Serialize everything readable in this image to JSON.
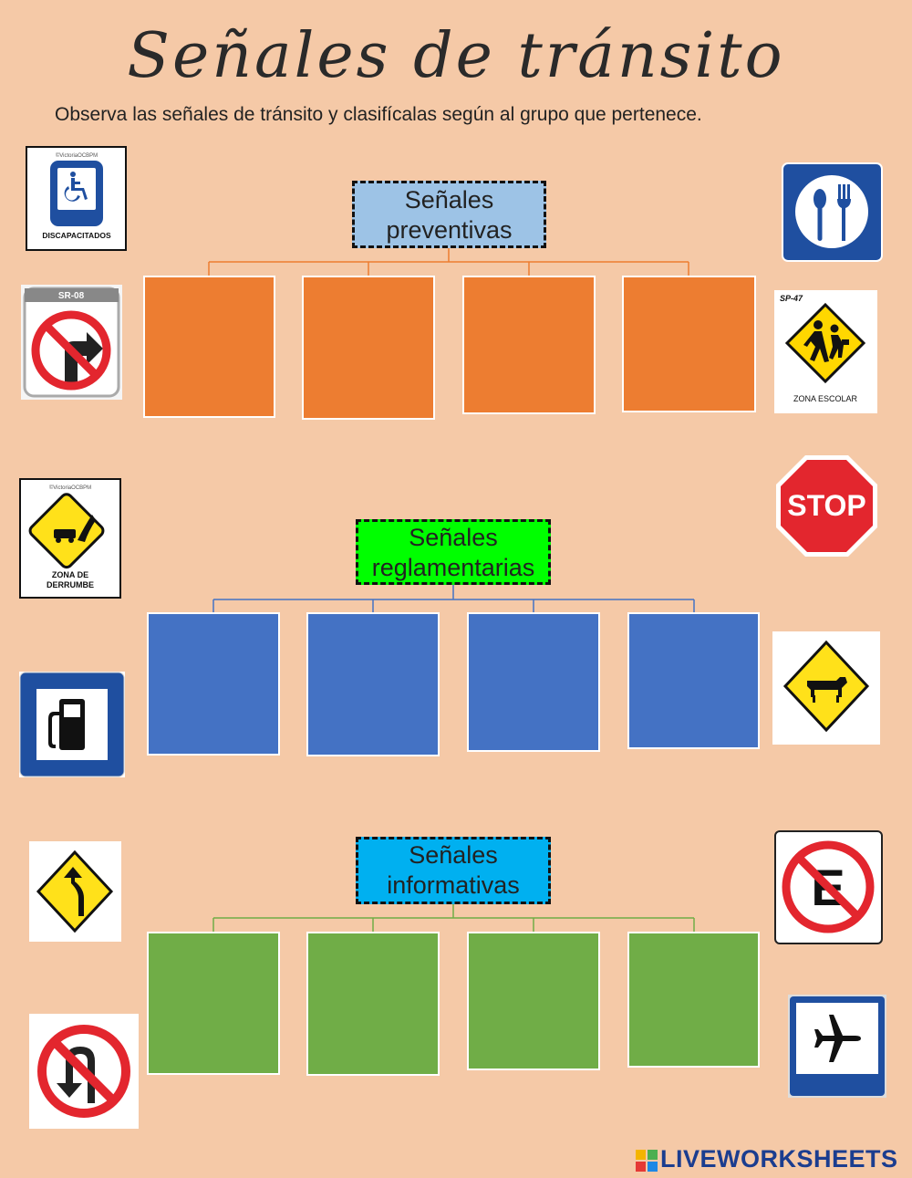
{
  "title": "Señales de tránsito",
  "instructions": "Observa las señales de tránsito y clasifícalas según al grupo que pertenece.",
  "categories": [
    {
      "line1": "Señales",
      "line2": "preventivas",
      "color": "#9dc3e6",
      "box_color": "#ed7d31"
    },
    {
      "line1": "Señales",
      "line2": "reglamentarias",
      "color": "#00ff00",
      "box_color": "#4472c4"
    },
    {
      "line1": "Señales",
      "line2": "informativas",
      "color": "#00b0f0",
      "box_color": "#70ad47"
    }
  ],
  "signs": {
    "discapacitados": {
      "caption": "DISCAPACITADOS",
      "credit": "©VictoriaOCBPM",
      "icon": "wheelchair-icon"
    },
    "no_right_turn": {
      "code": "SR-08",
      "icon": "no-right-turn-icon"
    },
    "zona_derrumbe": {
      "caption_line1": "ZONA DE",
      "caption_line2": "DERRUMBE",
      "credit": "©VictoriaOCBPM",
      "icon": "rockfall-icon"
    },
    "gas_station": {
      "icon": "fuel-pump-icon"
    },
    "curve": {
      "icon": "curve-left-icon"
    },
    "no_u_turn": {
      "icon": "no-u-turn-icon"
    },
    "restaurant": {
      "icon": "fork-spoon-icon"
    },
    "zona_escolar": {
      "code": "SP-47",
      "caption": "ZONA ESCOLAR",
      "icon": "school-children-icon"
    },
    "stop": {
      "text": "STOP",
      "icon": "stop-sign-icon"
    },
    "cattle": {
      "icon": "cow-icon"
    },
    "no_parking": {
      "letter": "E",
      "icon": "no-parking-icon"
    },
    "airport": {
      "icon": "airplane-icon"
    }
  },
  "footer": {
    "brand": "LIVEWORKSHEETS",
    "logo_letters": "LIVE"
  }
}
